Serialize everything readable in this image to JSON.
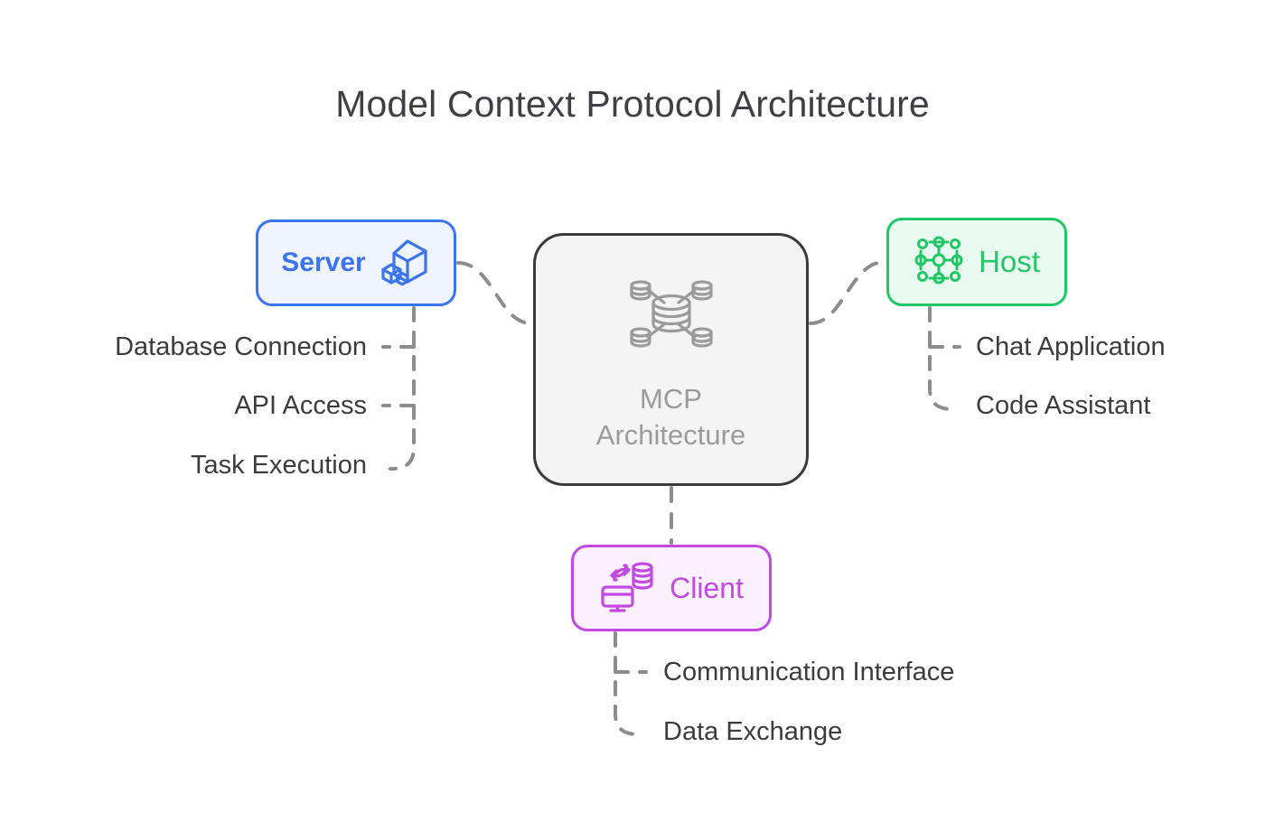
{
  "title": "Model Context Protocol Architecture",
  "center": {
    "icon": "database-network-icon",
    "line1": "MCP",
    "line2": "Architecture",
    "border_color": "#3a3a3a",
    "fill_color": "#f4f4f4",
    "text_color": "#9b9b9b"
  },
  "nodes": {
    "server": {
      "label": "Server",
      "icon": "cube-box-icon",
      "border_color": "#3b74ef",
      "fill_color": "#eff4ff",
      "text_color": "#3b74ef",
      "leaves": [
        "Database Connection",
        "API Access",
        "Task Execution"
      ]
    },
    "host": {
      "label": "Host",
      "icon": "network-nodes-icon",
      "border_color": "#22c765",
      "fill_color": "#e9fbf1",
      "text_color": "#22c765",
      "leaves": [
        "Chat Application",
        "Code Assistant"
      ]
    },
    "client": {
      "label": "Client",
      "icon": "monitor-data-exchange-icon",
      "border_color": "#c24ae2",
      "fill_color": "#fbf1fe",
      "text_color": "#c24ae2",
      "leaves": [
        "Communication Interface",
        "Data Exchange"
      ]
    }
  },
  "connector": {
    "style": "dashed",
    "color": "#8c8c8c"
  },
  "background_color": "#ffffff"
}
